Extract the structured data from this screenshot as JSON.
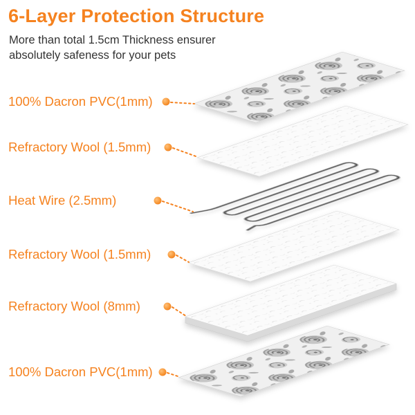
{
  "title": "6-Layer Protection Structure",
  "subtitle_line1": "More than total 1.5cm Thickness ensurer",
  "subtitle_line2": "absolutely safeness for your pets",
  "colors": {
    "accent_orange": "#f5821f",
    "subtitle_text": "#333333",
    "floral_gray": "#9a9a9a",
    "wool_white": "#fbfbfb",
    "wire_gray": "#565656"
  },
  "layers": [
    {
      "label": "100% Dacron PVC(1mm)",
      "material": "dacron-pvc-floral-top"
    },
    {
      "label": "Refractory Wool (1.5mm)",
      "material": "refractory-wool-upper"
    },
    {
      "label": "Heat Wire (2.5mm)",
      "material": "heat-wire"
    },
    {
      "label": "Refractory Wool (1.5mm)",
      "material": "refractory-wool-lower"
    },
    {
      "label": "Refractory Wool (8mm)",
      "material": "refractory-wool-thick"
    },
    {
      "label": "100% Dacron PVC(1mm)",
      "material": "dacron-pvc-floral-bottom"
    }
  ]
}
